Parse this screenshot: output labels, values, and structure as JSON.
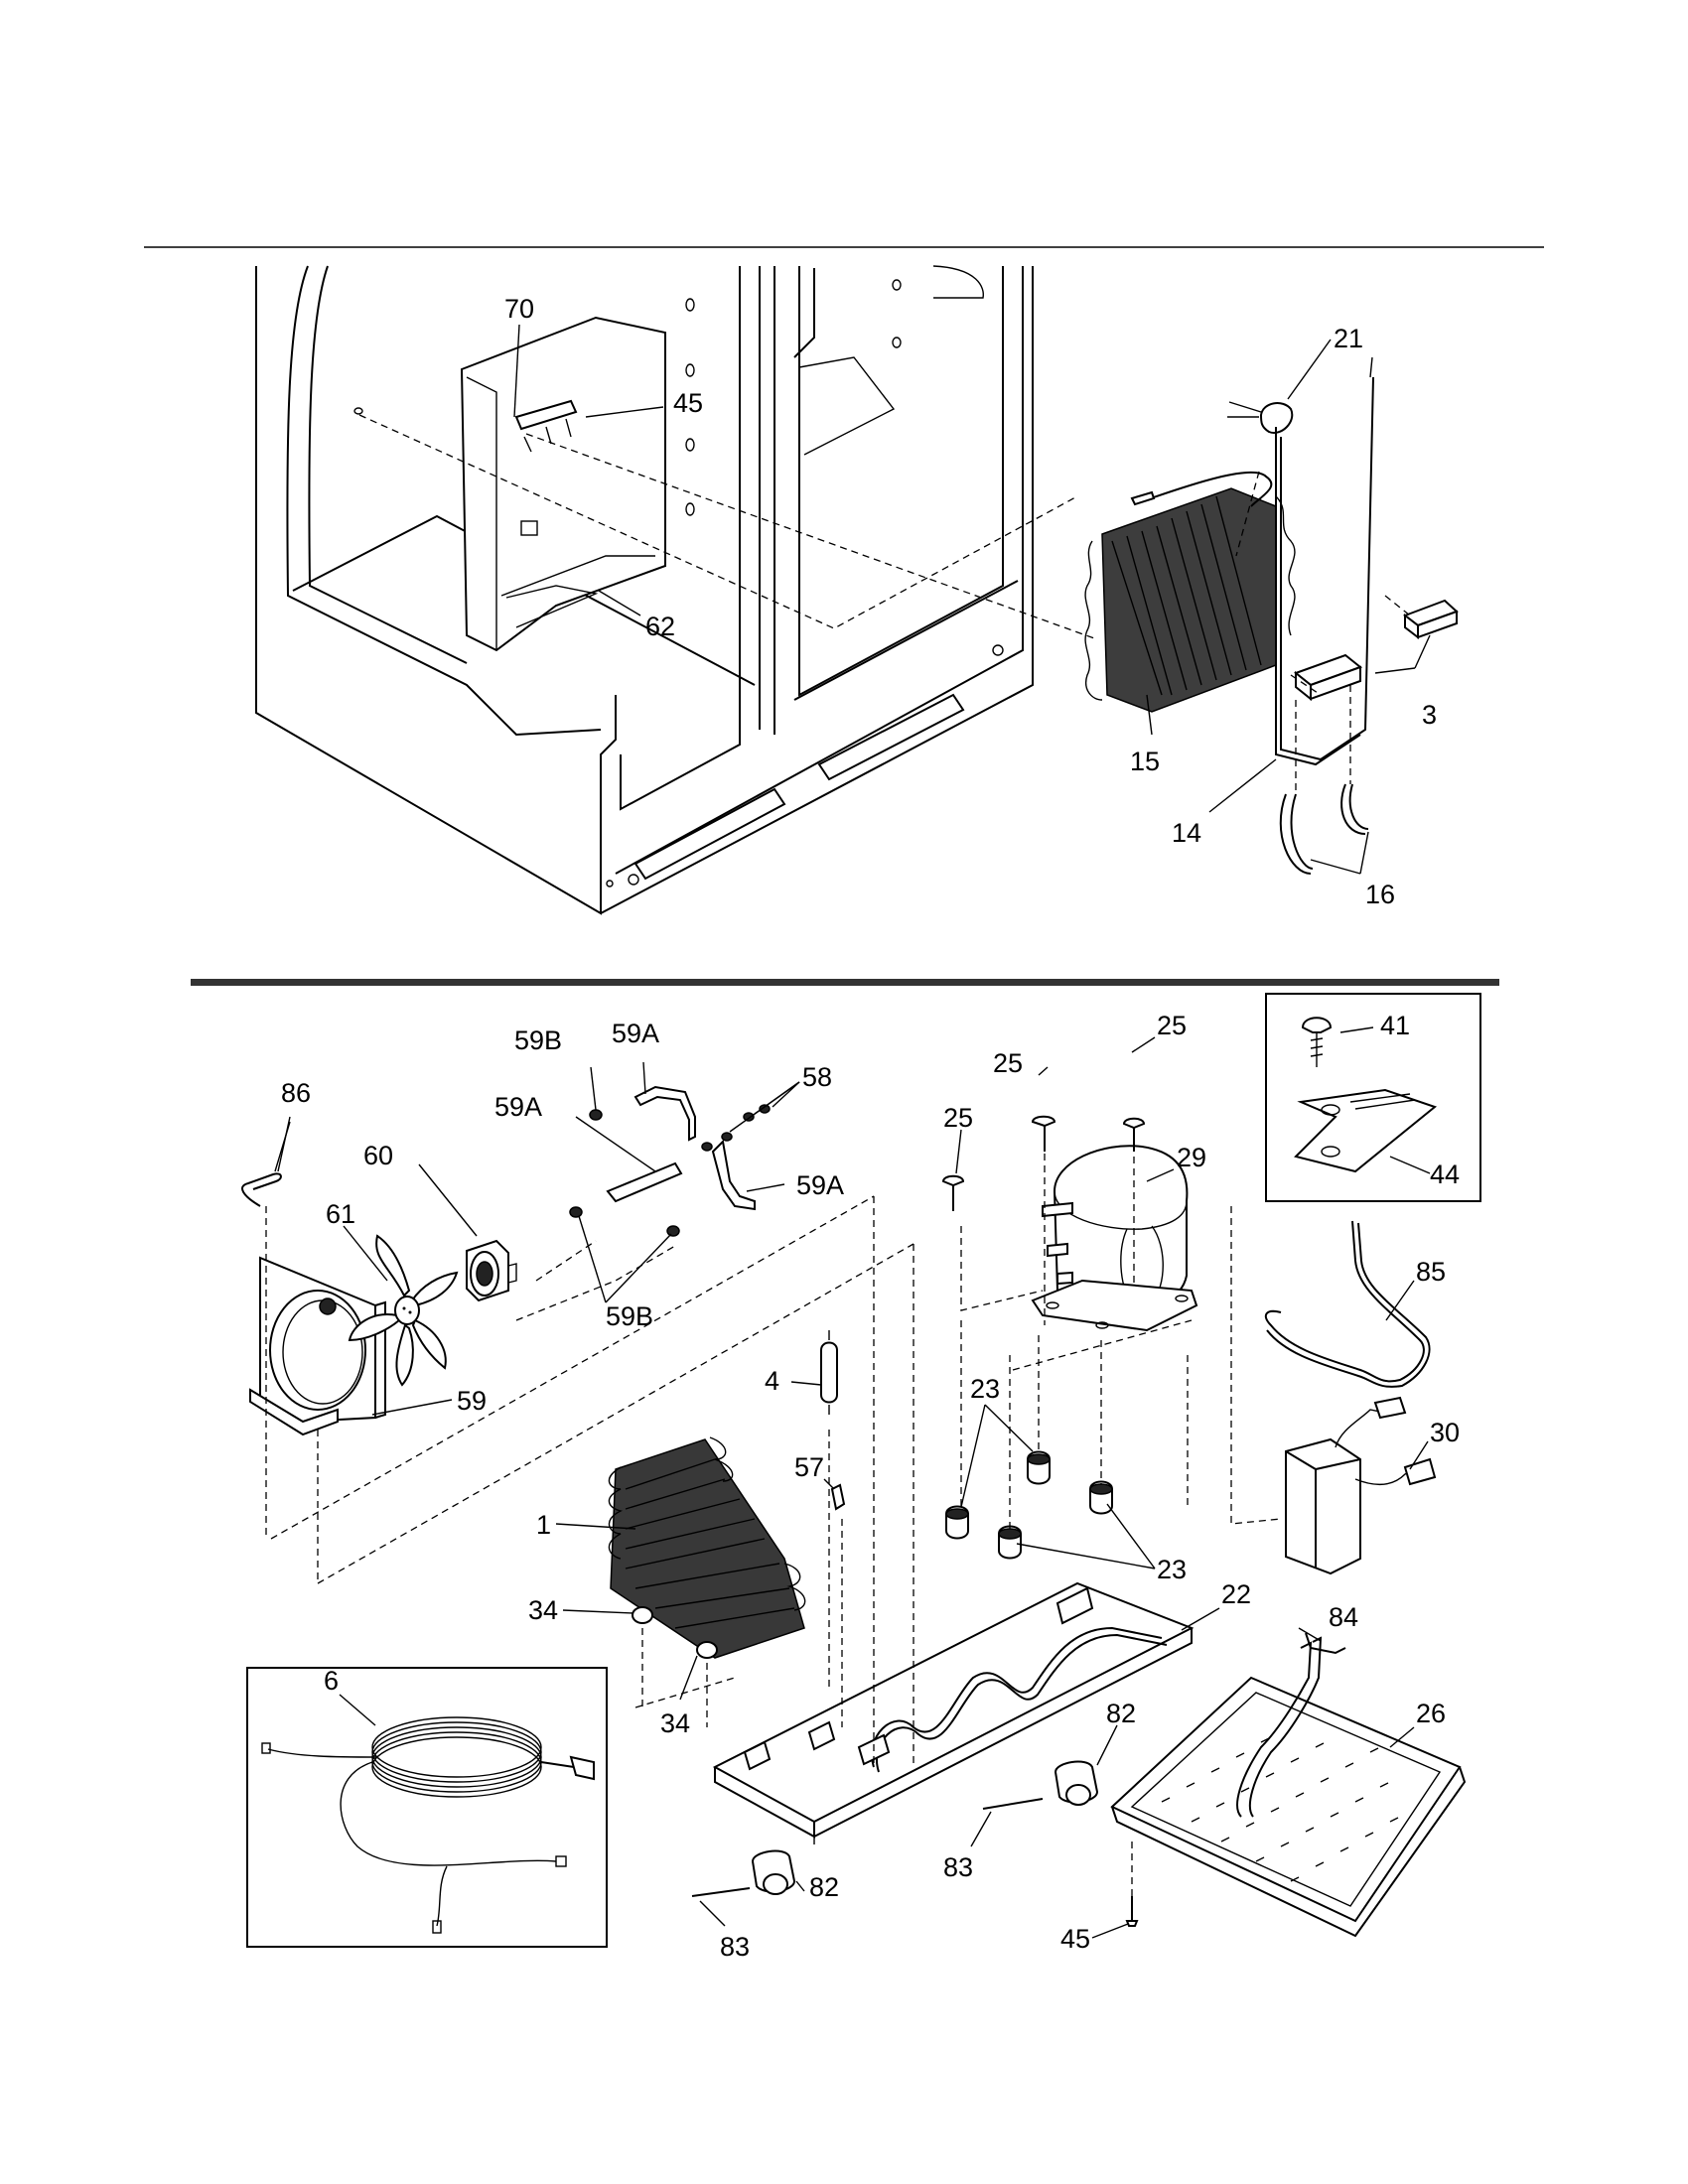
{
  "diagram": {
    "top_section": {
      "callouts": [
        "70",
        "45",
        "62",
        "21",
        "3",
        "15",
        "14",
        "16"
      ]
    },
    "bottom_section": {
      "callouts": [
        "86",
        "59B",
        "59A",
        "58",
        "59A",
        "60",
        "61",
        "59A",
        "59B",
        "59",
        "25",
        "25",
        "25",
        "29",
        "41",
        "44",
        "85",
        "4",
        "57",
        "1",
        "34",
        "34",
        "23",
        "23",
        "30",
        "22",
        "84",
        "26",
        "6",
        "82",
        "82",
        "83",
        "83",
        "45"
      ]
    }
  }
}
